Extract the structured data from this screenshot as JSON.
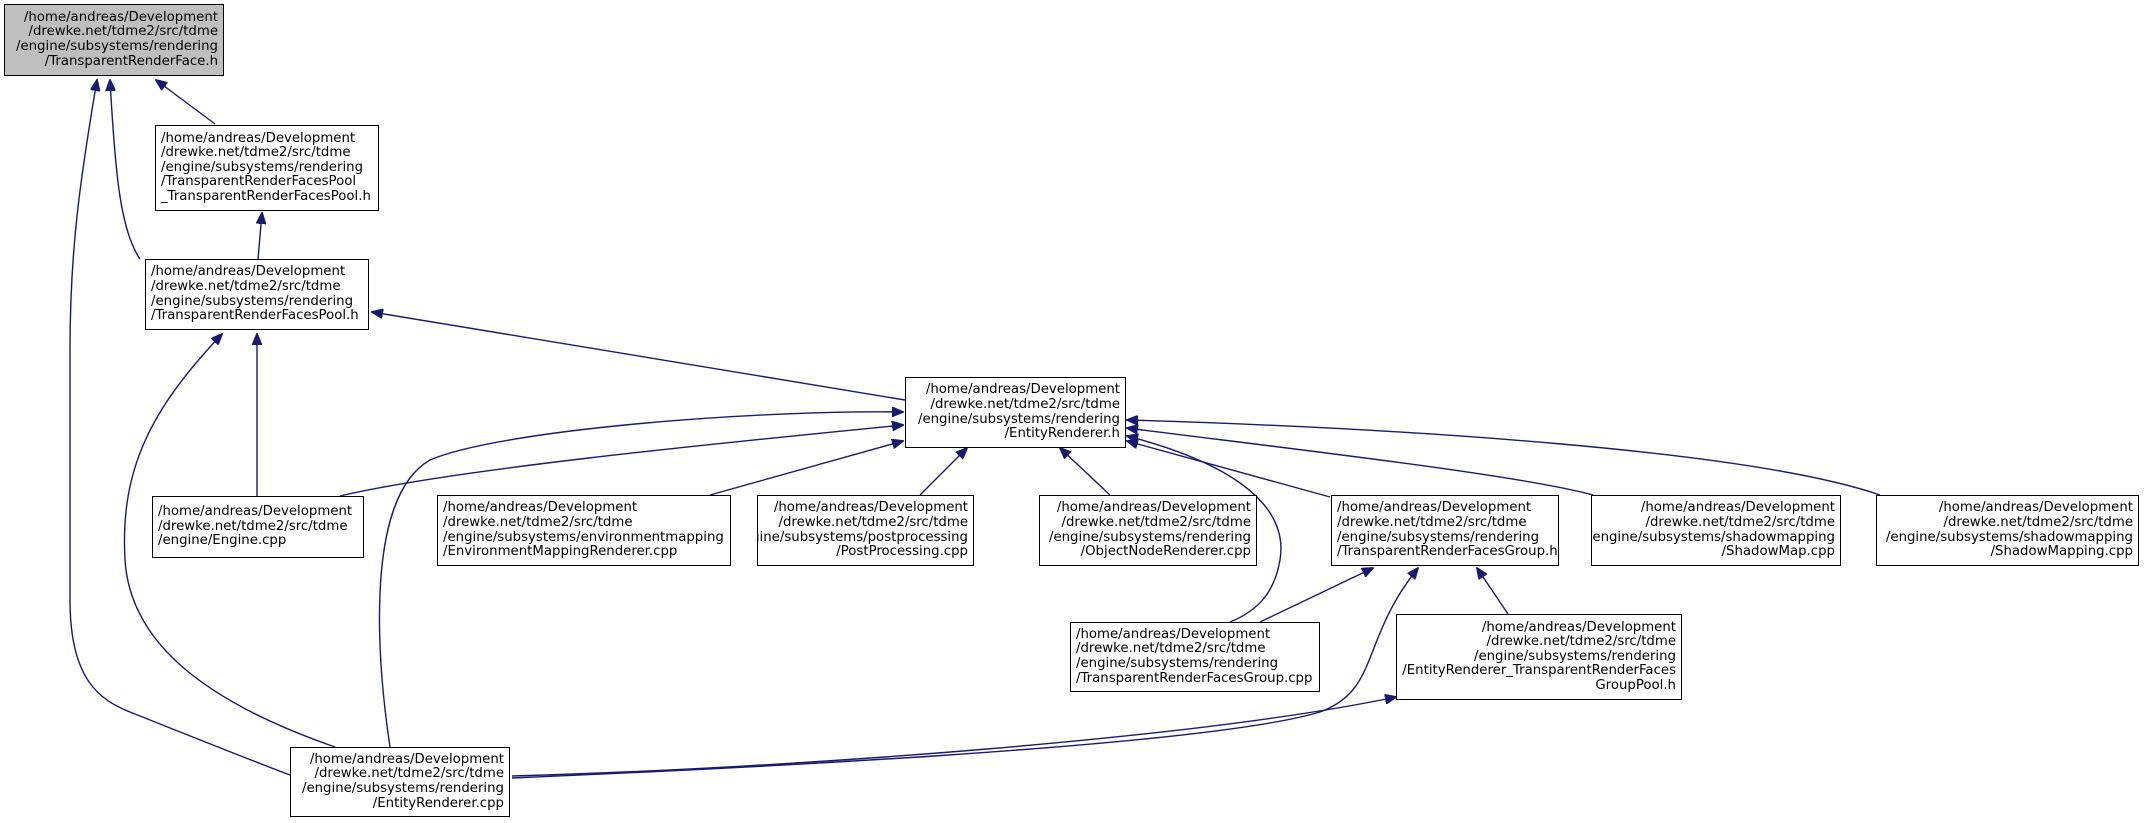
{
  "colors": {
    "edge": "#191970",
    "root_fill": "#bfbfbf",
    "node_fill": "#ffffff",
    "border": "#000000"
  },
  "nodes": {
    "transparent_render_face_h": {
      "lines": [
        "/home/andreas/Development",
        "/drewke.net/tdme2/src/tdme",
        "/engine/subsystems/rendering",
        "/TransparentRenderFace.h"
      ]
    },
    "faces_pool_tfp_h": {
      "lines": [
        "/home/andreas/Development",
        "/drewke.net/tdme2/src/tdme",
        "/engine/subsystems/rendering",
        "/TransparentRenderFacesPool",
        "_TransparentRenderFacesPool.h"
      ]
    },
    "faces_pool_h": {
      "lines": [
        "/home/andreas/Development",
        "/drewke.net/tdme2/src/tdme",
        "/engine/subsystems/rendering",
        "/TransparentRenderFacesPool.h"
      ]
    },
    "entity_renderer_h": {
      "lines": [
        "/home/andreas/Development",
        "/drewke.net/tdme2/src/tdme",
        "/engine/subsystems/rendering",
        "/EntityRenderer.h"
      ]
    },
    "engine_cpp": {
      "lines": [
        "/home/andreas/Development",
        "/drewke.net/tdme2/src/tdme",
        "/engine/Engine.cpp"
      ]
    },
    "env_mapping_renderer_cpp": {
      "lines": [
        "/home/andreas/Development",
        "/drewke.net/tdme2/src/tdme",
        "/engine/subsystems/environmentmapping",
        "/EnvironmentMappingRenderer.cpp"
      ]
    },
    "post_processing_cpp": {
      "lines": [
        "/home/andreas/Development",
        "/drewke.net/tdme2/src/tdme",
        "/engine/subsystems/postprocessing",
        "/PostProcessing.cpp"
      ]
    },
    "object_node_renderer_cpp": {
      "lines": [
        "/home/andreas/Development",
        "/drewke.net/tdme2/src/tdme",
        "/engine/subsystems/rendering",
        "/ObjectNodeRenderer.cpp"
      ]
    },
    "faces_group_h": {
      "lines": [
        "/home/andreas/Development",
        "/drewke.net/tdme2/src/tdme",
        "/engine/subsystems/rendering",
        "/TransparentRenderFacesGroup.h"
      ]
    },
    "shadow_map_cpp": {
      "lines": [
        "/home/andreas/Development",
        "/drewke.net/tdme2/src/tdme",
        "/engine/subsystems/shadowmapping",
        "/ShadowMap.cpp"
      ]
    },
    "shadow_mapping_cpp": {
      "lines": [
        "/home/andreas/Development",
        "/drewke.net/tdme2/src/tdme",
        "/engine/subsystems/shadowmapping",
        "/ShadowMapping.cpp"
      ]
    },
    "faces_group_cpp": {
      "lines": [
        "/home/andreas/Development",
        "/drewke.net/tdme2/src/tdme",
        "/engine/subsystems/rendering",
        "/TransparentRenderFacesGroup.cpp"
      ]
    },
    "er_faces_group_pool_h": {
      "lines": [
        "/home/andreas/Development",
        "/drewke.net/tdme2/src/tdme",
        "/engine/subsystems/rendering",
        "/EntityRenderer_TransparentRenderFaces",
        "GroupPool.h"
      ]
    },
    "entity_renderer_cpp": {
      "lines": [
        "/home/andreas/Development",
        "/drewke.net/tdme2/src/tdme",
        "/engine/subsystems/rendering",
        "/EntityRenderer.cpp"
      ]
    }
  }
}
